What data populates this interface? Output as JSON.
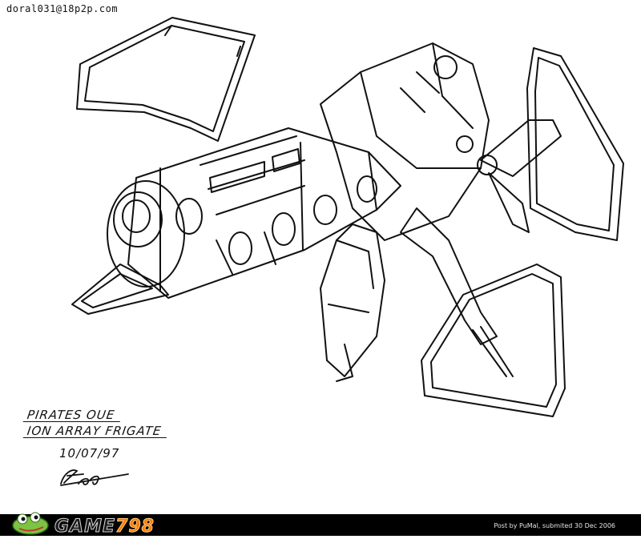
{
  "watermark": "doral031@18p2p.com",
  "caption": {
    "line1": "PIRATES OUE",
    "line2": "ION ARRAY FRIGATE",
    "date": "10/07/97"
  },
  "footer": {
    "logo_text": "GAME",
    "logo_number": "798",
    "post_note": "Post by PuMal, submited 30 Dec 2006",
    "logo_colors": {
      "text": "#1a1a1a",
      "number": "#ff7a00",
      "frog": "#7dc242"
    }
  },
  "artwork": {
    "subject": "ion-array-frigate-sketch",
    "signature": "artist-signature"
  }
}
